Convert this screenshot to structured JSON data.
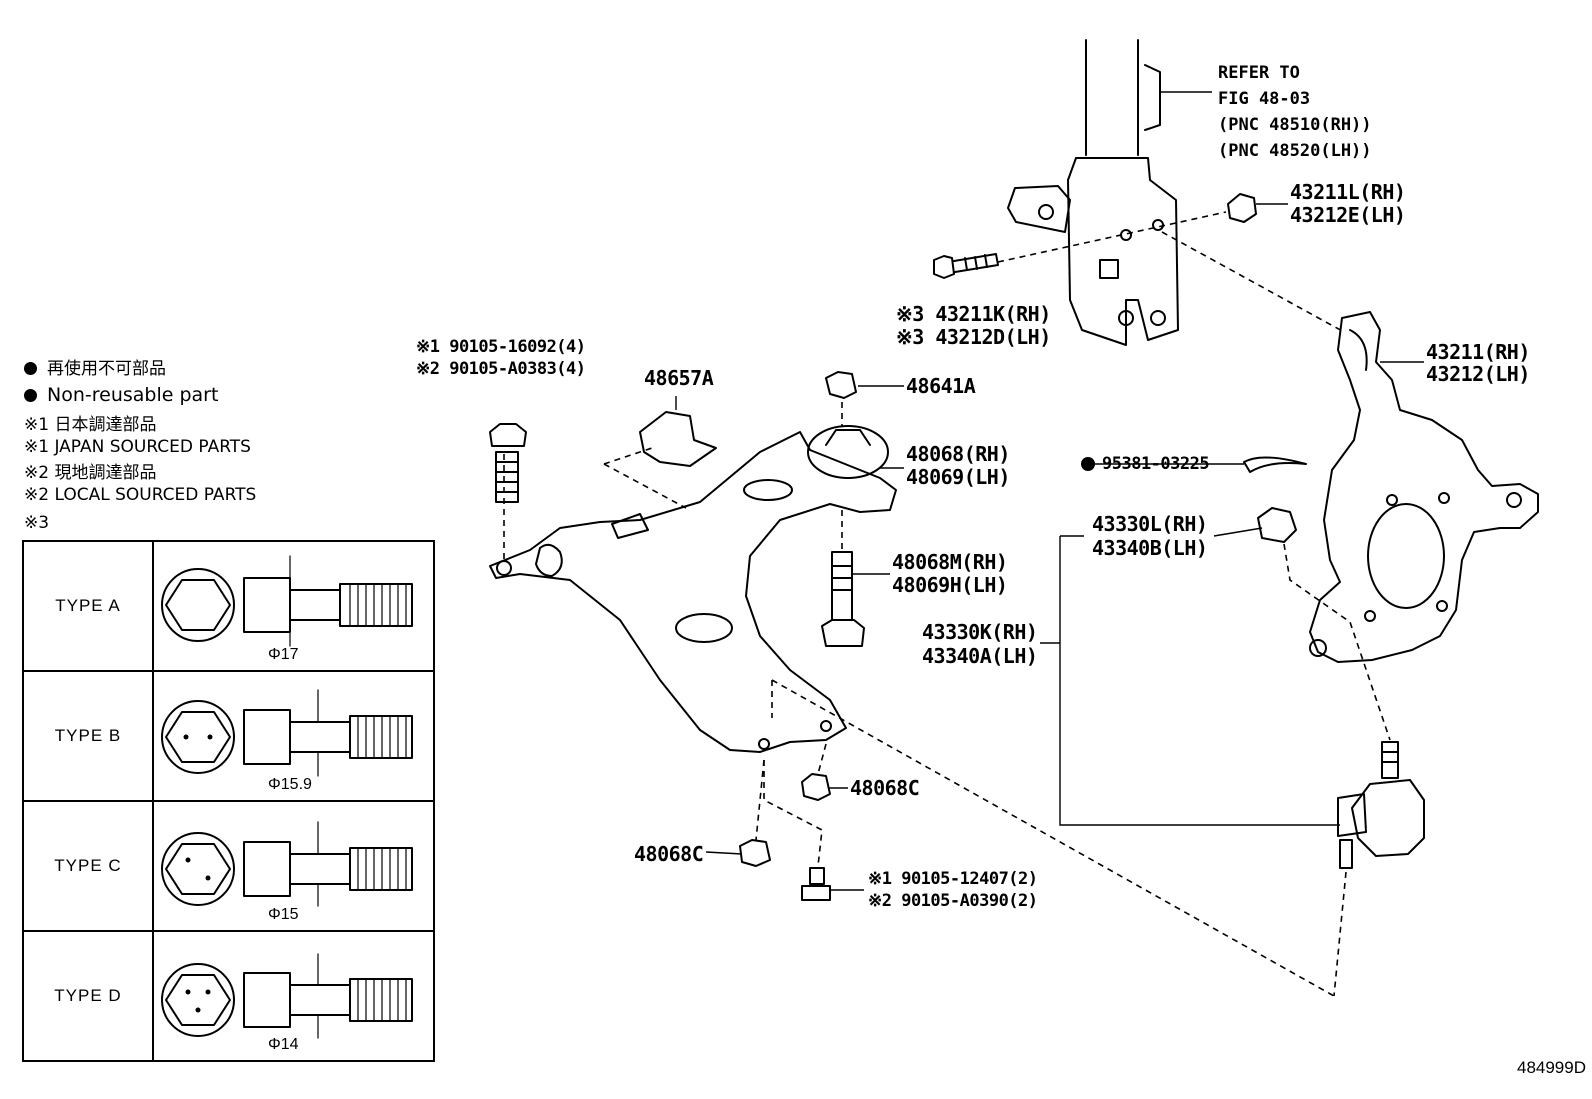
{
  "legend": {
    "nonreusable_jp": "再使用不可部品",
    "nonreusable_en": "Non-reusable part",
    "note1_jp": "※1 日本調達部品",
    "note1_en": "※1 JAPAN SOURCED PARTS",
    "note2_jp": "※2 現地調達部品",
    "note2_en": "※2 LOCAL SOURCED PARTS",
    "note3": "※3"
  },
  "types": [
    {
      "name": "TYPE A",
      "diameter": "Φ17"
    },
    {
      "name": "TYPE B",
      "diameter": "Φ15.9"
    },
    {
      "name": "TYPE C",
      "diameter": "Φ15"
    },
    {
      "name": "TYPE D",
      "diameter": "Φ14"
    }
  ],
  "refer": {
    "line1": "REFER TO",
    "line2": "FIG 48-03",
    "line3": "(PNC 48510(RH))",
    "line4": "(PNC 48520(LH))"
  },
  "parts": {
    "p43211L": "43211L(RH)",
    "p43212E": "43212E(LH)",
    "p43211K": "※3 43211K(RH)",
    "p43212D": "※3 43212D(LH)",
    "p43211": "43211(RH)",
    "p43212": "43212(LH)",
    "p90105_16092": "※1 90105-16092(4)",
    "p90105_A0383": "※2 90105-A0383(4)",
    "p48657A": "48657A",
    "p48641A": "48641A",
    "p48068": "48068(RH)",
    "p48069": "48069(LH)",
    "p95381": "95381-03225",
    "p43330L": "43330L(RH)",
    "p43340B": "43340B(LH)",
    "p48068M": "48068M(RH)",
    "p48069H": "48069H(LH)",
    "p43330K": "43330K(RH)",
    "p43340A": "43340A(LH)",
    "p48068C_a": "48068C",
    "p48068C_b": "48068C",
    "p90105_12407": "※1 90105-12407(2)",
    "p90105_A0390": "※2 90105-A0390(2)"
  },
  "figure_number": "484999D"
}
